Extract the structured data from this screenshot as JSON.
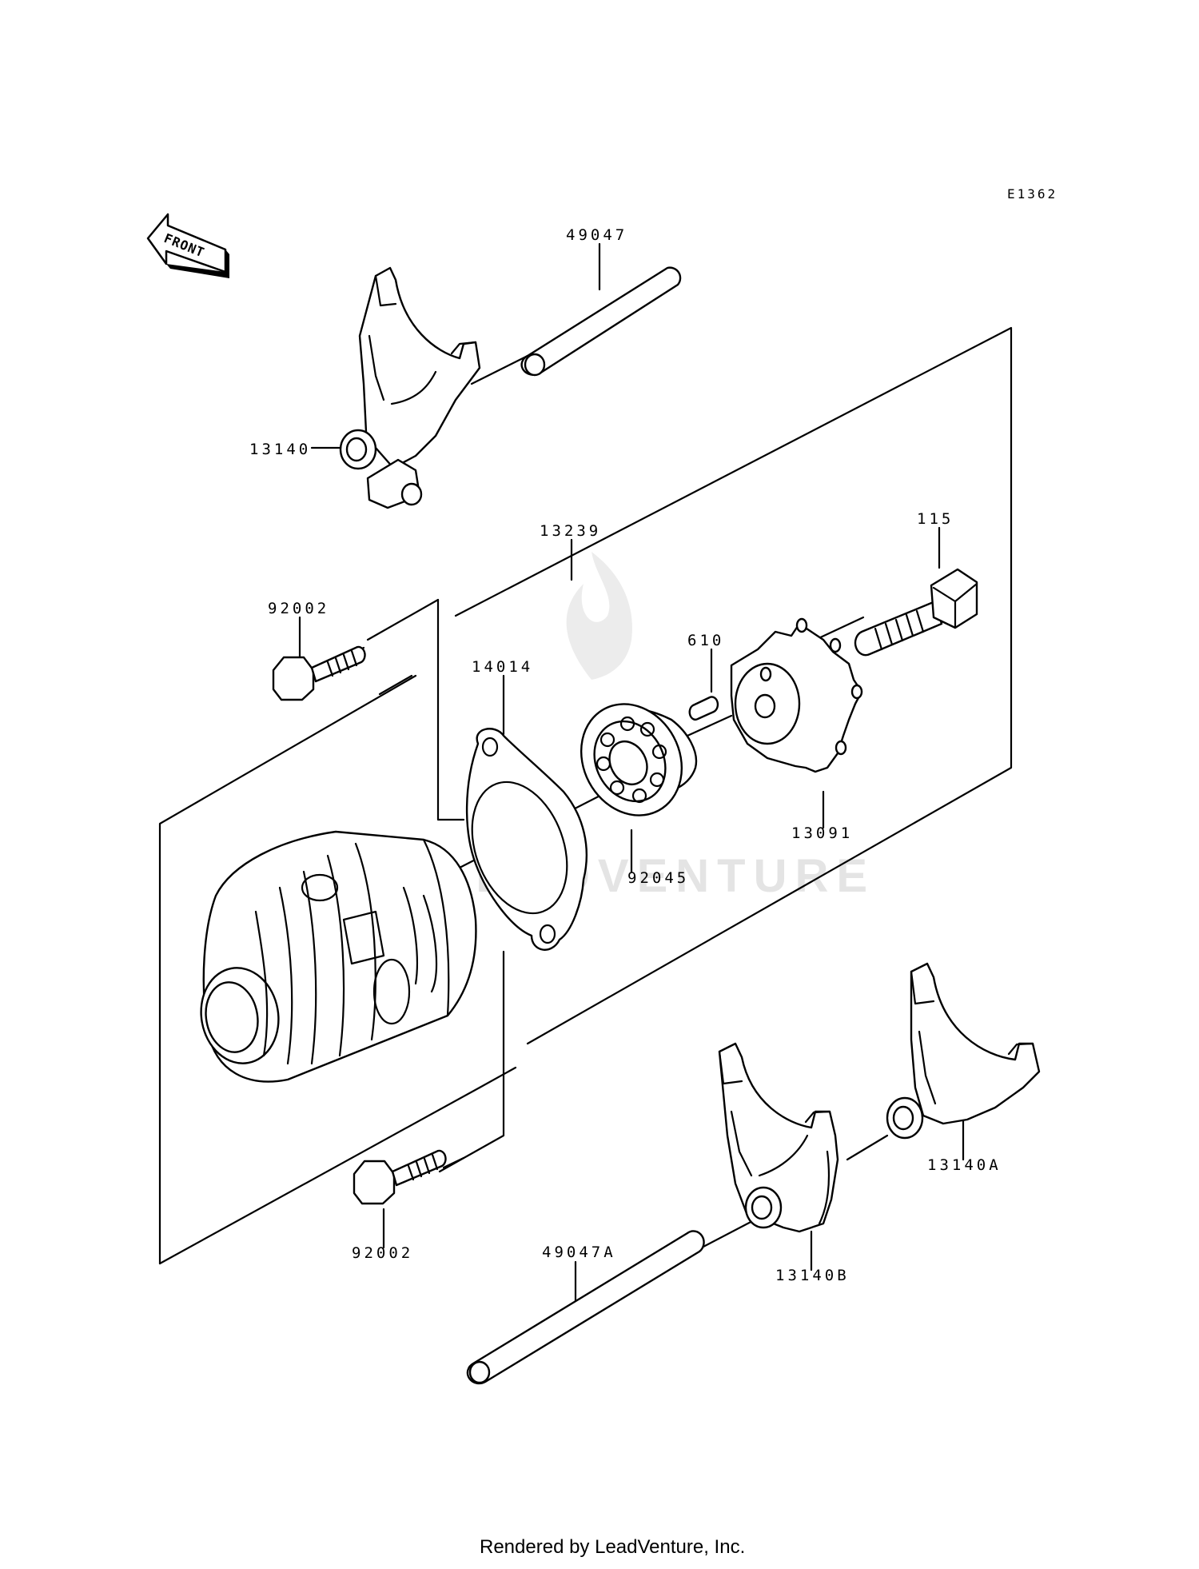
{
  "diagram": {
    "ref_code": "E1362",
    "direction_label": "FRONT",
    "watermark": "LEADVENTURE",
    "footer": "Rendered by LeadVenture, Inc.",
    "parts": [
      {
        "id": "fork_13140",
        "label": "13140"
      },
      {
        "id": "shaft_49047",
        "label": "49047"
      },
      {
        "id": "drum_assy_13239",
        "label": "13239"
      },
      {
        "id": "bolt_115",
        "label": "115"
      },
      {
        "id": "bolt_92002_top",
        "label": "92002"
      },
      {
        "id": "pin_610",
        "label": "610"
      },
      {
        "id": "gasket_14014",
        "label": "14014"
      },
      {
        "id": "cam_13091",
        "label": "13091"
      },
      {
        "id": "bearing_92045",
        "label": "92045"
      },
      {
        "id": "fork_13140A",
        "label": "13140A"
      },
      {
        "id": "bolt_92002_bottom",
        "label": "92002"
      },
      {
        "id": "shaft_49047A",
        "label": "49047A"
      },
      {
        "id": "fork_13140B",
        "label": "13140B"
      }
    ]
  }
}
